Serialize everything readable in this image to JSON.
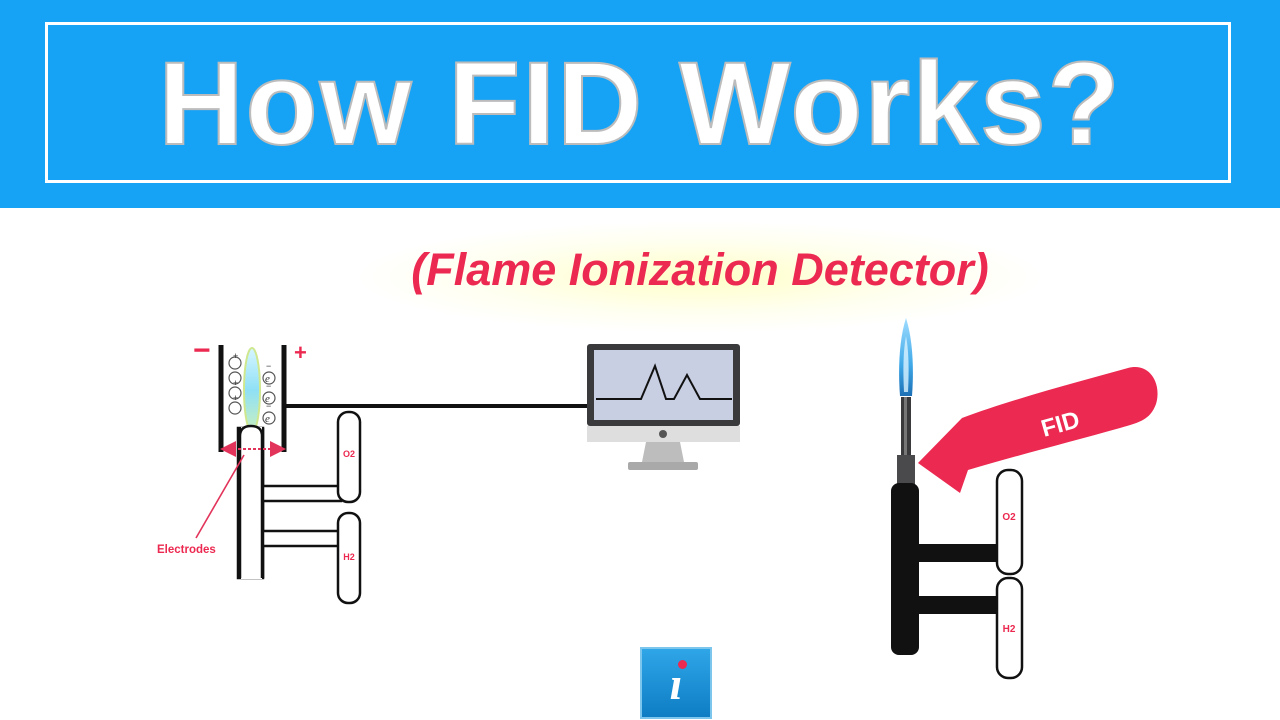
{
  "header": {
    "title": "How FID Works?"
  },
  "subtitle": "(Flame Ionization Detector)",
  "left_diagram": {
    "minus_sign": "−",
    "plus_sign": "+",
    "ion_plus": "+",
    "electron": "e",
    "electron_minus": "−",
    "electrodes_label": "Electrodes",
    "o2_label": "O2",
    "h2_label": "H2"
  },
  "right_diagram": {
    "fid_label": "FID",
    "o2_label": "O2",
    "h2_label": "H2"
  },
  "colors": {
    "banner": "#17a3f5",
    "accent_red": "#ec2950",
    "line": "#111111",
    "monitor_frame": "#3a3a3c",
    "screen": "#c9cfe3",
    "flame_blue": "#3fa9e8"
  },
  "icons": {
    "badge": "info-icon"
  }
}
